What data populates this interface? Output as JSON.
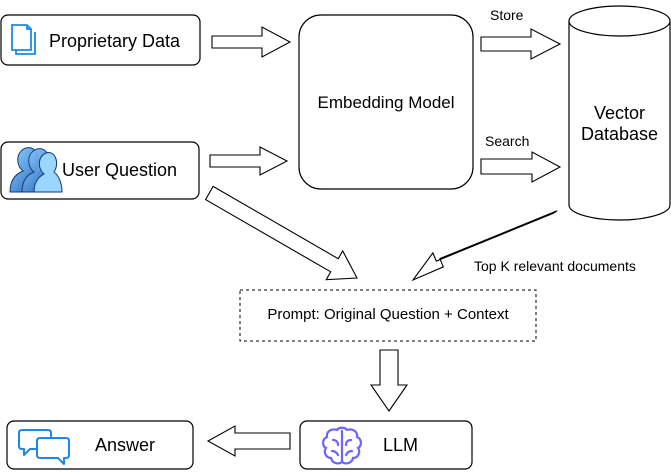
{
  "nodes": {
    "proprietary_data": {
      "label": "Proprietary Data",
      "icon": "document-icon"
    },
    "user_question": {
      "label": "User Question",
      "icon": "users-icon"
    },
    "embedding_model": {
      "label": "Embedding Model"
    },
    "vector_database": {
      "line1": "Vector",
      "line2": "Database"
    },
    "prompt": {
      "label": "Prompt: Original Question + Context"
    },
    "llm": {
      "label": "LLM",
      "icon": "brain-icon"
    },
    "answer": {
      "label": "Answer",
      "icon": "chat-bubbles-icon"
    }
  },
  "edges": {
    "store": "Store",
    "search": "Search",
    "top_k": "Top K relevant documents"
  },
  "colors": {
    "stroke": "#000000",
    "icon_blue": "#1e88e5",
    "brain_purple": "#6c63ff",
    "users_dark": "#1e4f91"
  }
}
